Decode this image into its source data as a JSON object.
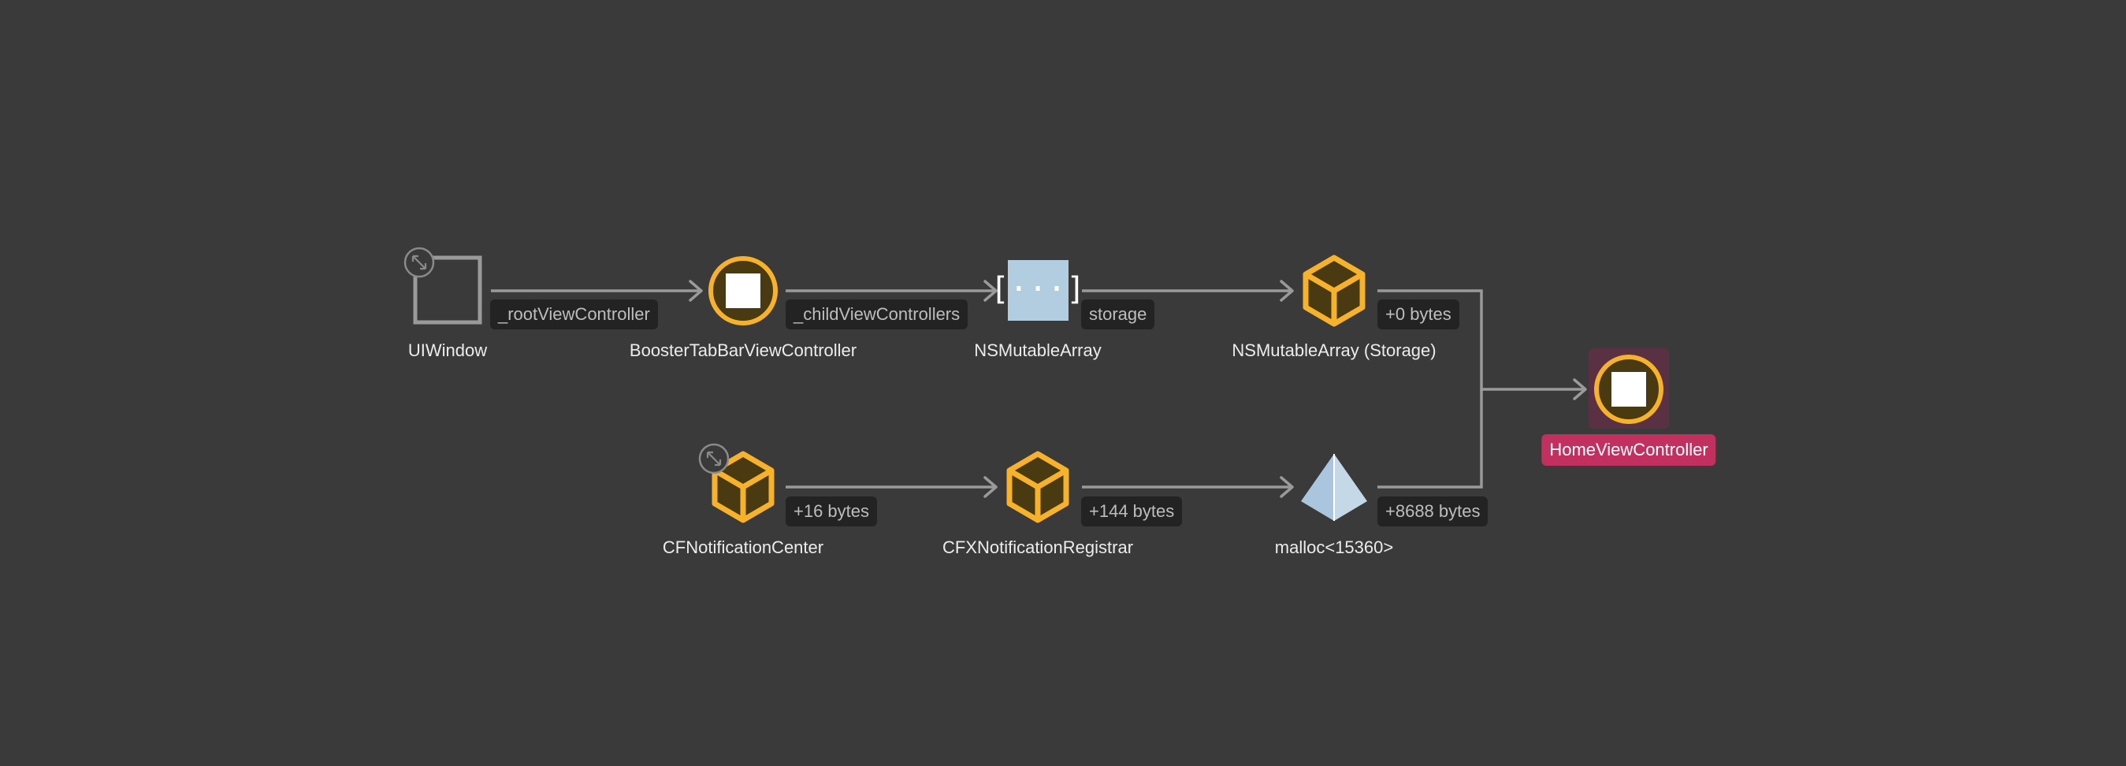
{
  "colors": {
    "background": "#3a3a3a",
    "edge": "#9a9a9a",
    "object_accent": "#f7b22b",
    "object_fill": "#4a3a12",
    "array_fill": "#b3cde0",
    "malloc_fill": "#a9c6de",
    "selected_label": "#c2305f",
    "selected_glow": "#5a3043",
    "label_chip": "#232323"
  },
  "nodes": {
    "uiwindow": {
      "label": "UIWindow",
      "icon": "window-square-icon",
      "badge": "expand-badge-icon"
    },
    "tabbar": {
      "label": "BoosterTabBarViewController",
      "icon": "view-controller-icon"
    },
    "array": {
      "label": "NSMutableArray",
      "icon": "array-brackets-icon",
      "glyph": "[···]"
    },
    "storage": {
      "label": "NSMutableArray (Storage)",
      "icon": "object-cube-icon"
    },
    "home": {
      "label": "HomeViewController",
      "icon": "view-controller-icon",
      "selected": "true"
    },
    "cfnc": {
      "label": "CFNotificationCenter",
      "icon": "object-cube-icon",
      "badge": "expand-badge-icon"
    },
    "cfxnr": {
      "label": "CFXNotificationRegistrar",
      "icon": "object-cube-icon"
    },
    "malloc": {
      "label": "malloc<15360>",
      "icon": "malloc-pyramid-icon"
    }
  },
  "edges": {
    "root_vc": "_rootViewController",
    "child_vcs": "_childViewControllers",
    "storage": "storage",
    "plus0": "+0 bytes",
    "plus16": "+16 bytes",
    "plus144": "+144 bytes",
    "plus8688": "+8688 bytes"
  }
}
